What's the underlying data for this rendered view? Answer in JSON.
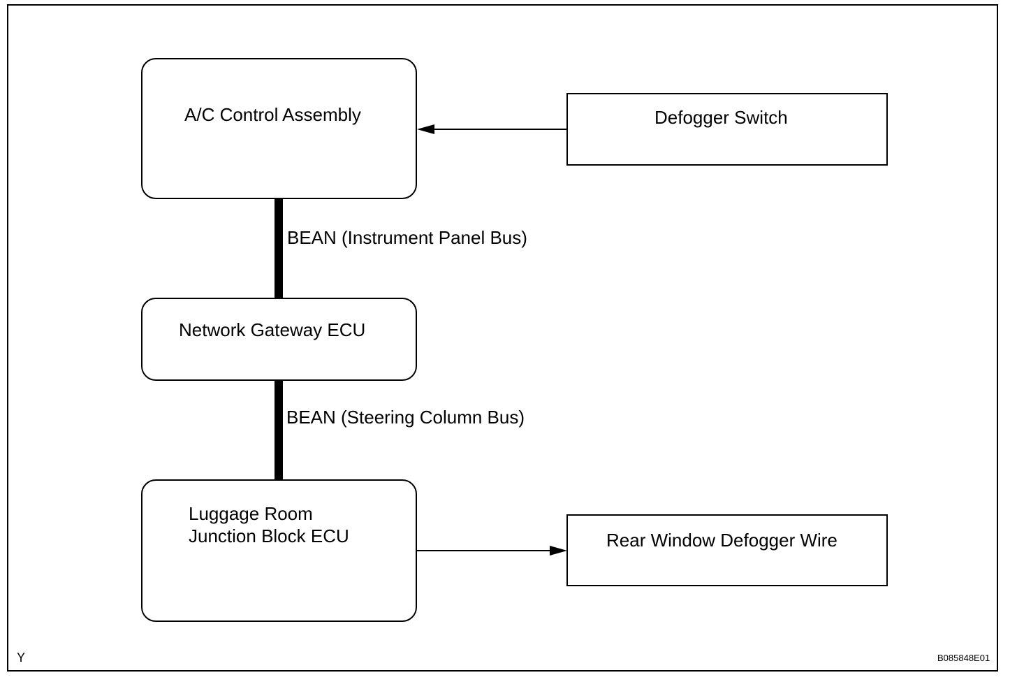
{
  "nodes": {
    "ac_control": {
      "label": "A/C Control Assembly"
    },
    "defogger_switch": {
      "label": "Defogger Switch"
    },
    "network_gateway": {
      "label": "Network Gateway ECU"
    },
    "luggage_room": {
      "label_line1": "Luggage Room",
      "label_line2": "Junction Block ECU"
    },
    "rear_defogger_wire": {
      "label": "Rear Window Defogger Wire"
    }
  },
  "buses": {
    "instrument_panel": {
      "label": "BEAN (Instrument Panel Bus)"
    },
    "steering_column": {
      "label": "BEAN (Steering Column Bus)"
    }
  },
  "footer": {
    "left_code": "Y",
    "figure_id": "B085848E01"
  }
}
